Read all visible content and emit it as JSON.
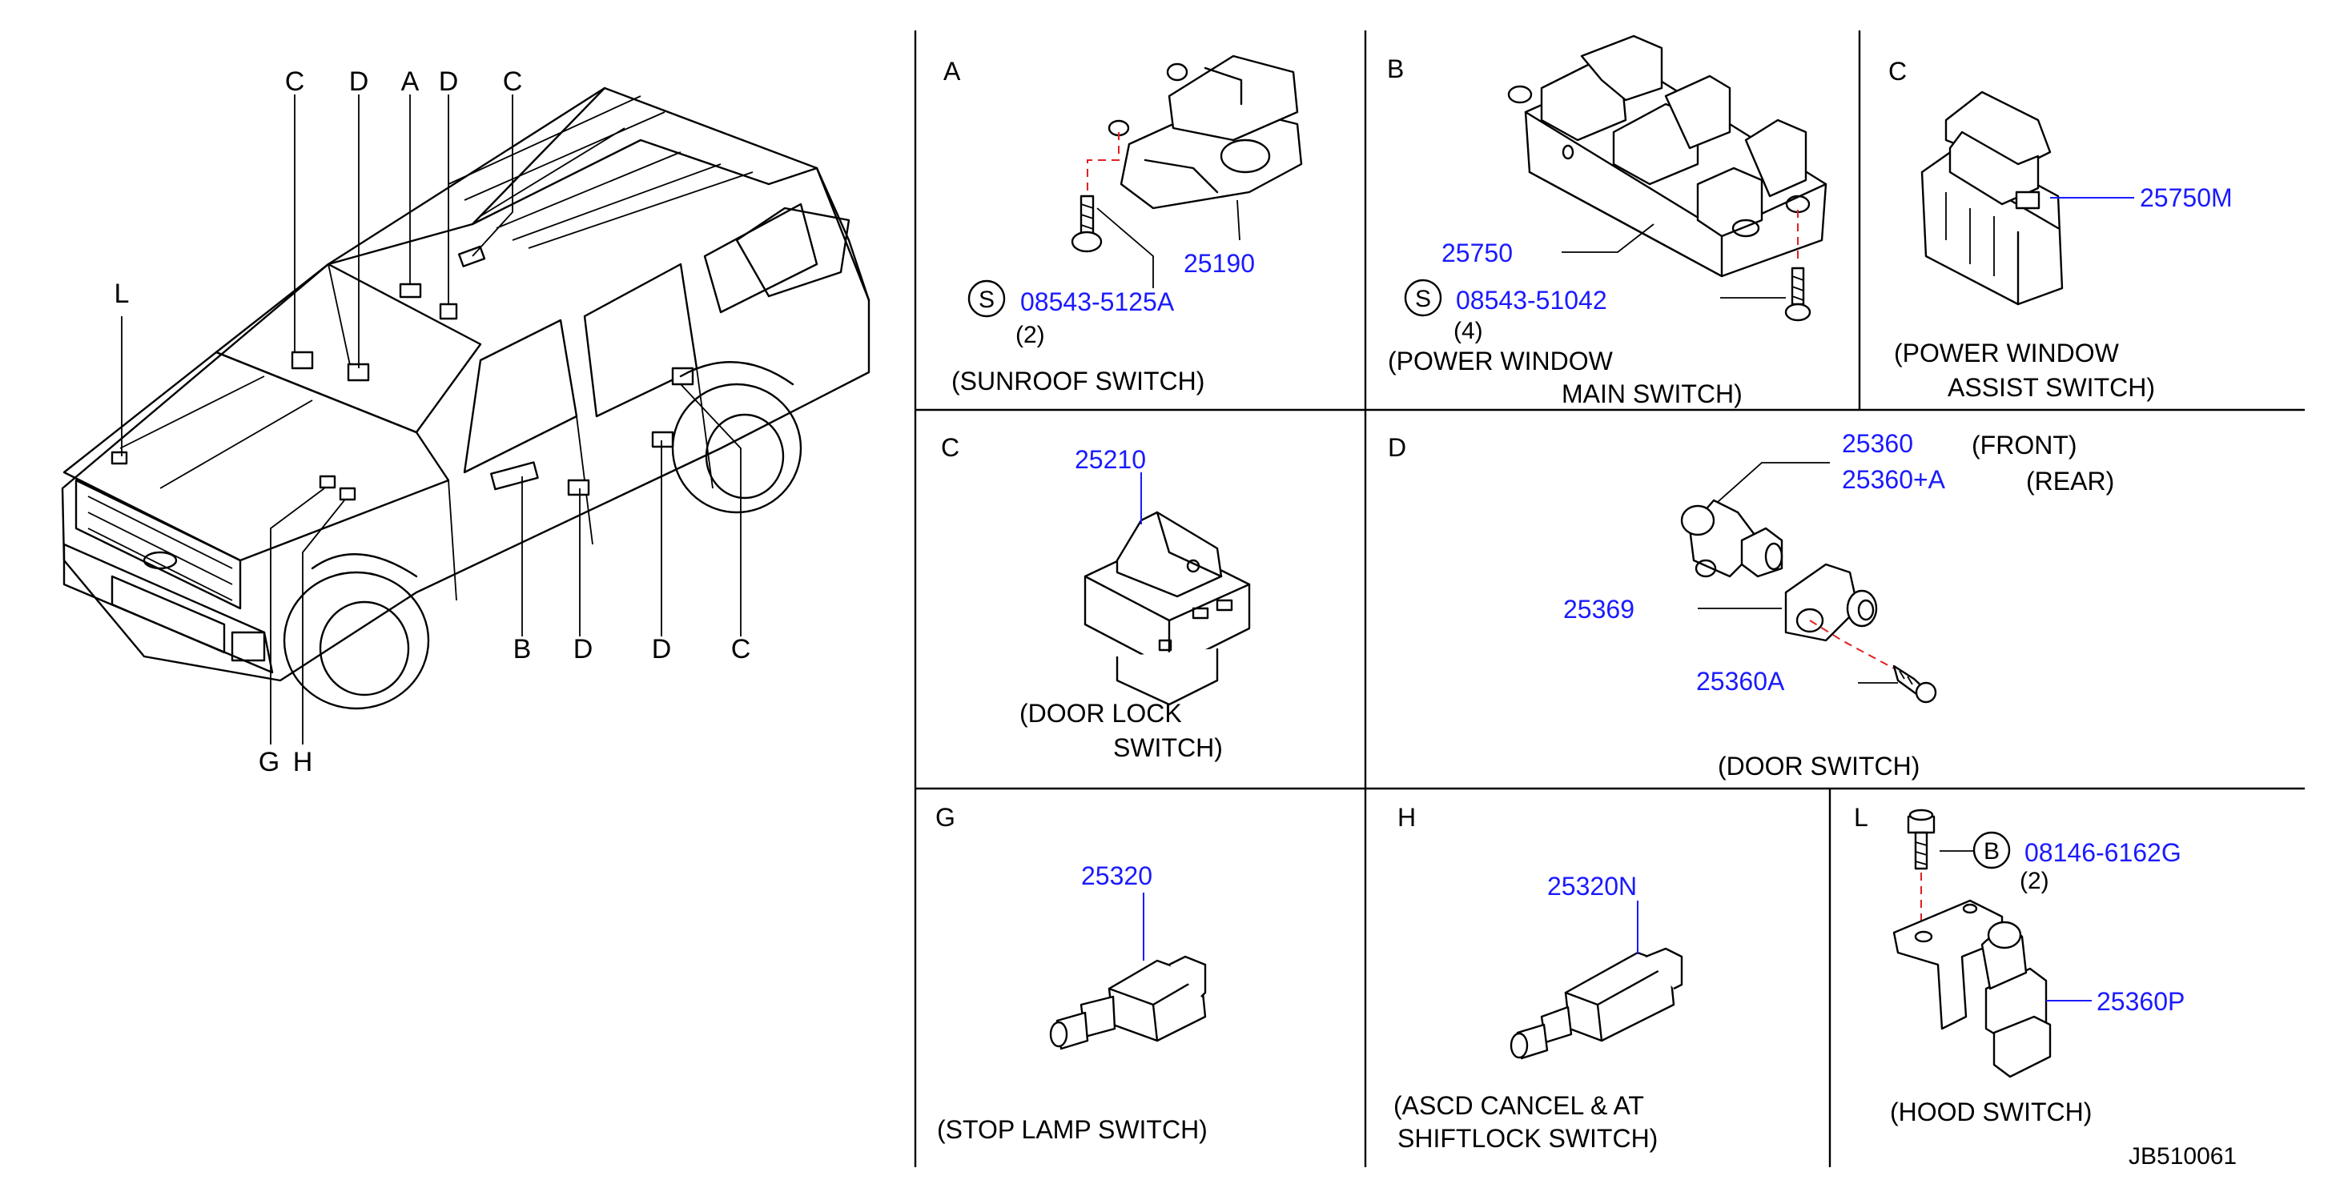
{
  "vehicle": {
    "callouts_top": [
      "C",
      "D",
      "A",
      "D",
      "C"
    ],
    "callout_left": "L",
    "callouts_bottom": [
      "B",
      "D",
      "D",
      "C"
    ],
    "callouts_gh": [
      "G",
      "H"
    ]
  },
  "panels": {
    "A": {
      "letter": "A",
      "screw_symbol": "S",
      "screw_part": "08543-5125A",
      "screw_qty": "(2)",
      "part": "25190",
      "caption": "(SUNROOF  SWITCH)"
    },
    "B": {
      "letter": "B",
      "part": "25750",
      "screw_symbol": "S",
      "screw_part": "08543-51042",
      "screw_qty": "(4)",
      "caption_line1": "(POWER  WINDOW",
      "caption_line2": "MAIN  SWITCH)"
    },
    "C1": {
      "letter": "C",
      "part": "25750M",
      "caption_line1": "(POWER  WINDOW",
      "caption_line2": "ASSIST  SWITCH)"
    },
    "C2": {
      "letter": "C",
      "part": "25210",
      "caption_line1": "(DOOR  LOCK",
      "caption_line2": "SWITCH)"
    },
    "D": {
      "letter": "D",
      "part_front": "25360",
      "front_label": "(FRONT)",
      "part_rear": "25360+A",
      "rear_label": "(REAR)",
      "part_bracket": "25369",
      "part_screw": "25360A",
      "caption": "(DOOR  SWITCH)"
    },
    "G": {
      "letter": "G",
      "part": "25320",
      "caption": "(STOP  LAMP      SWITCH)"
    },
    "H": {
      "letter": "H",
      "part": "25320N",
      "caption_line1": "(ASCD  CANCEL  &  AT",
      "caption_line2": "SHIFTLOCK  SWITCH)"
    },
    "L": {
      "letter": "L",
      "bolt_symbol": "B",
      "bolt_part": "08146-6162G",
      "bolt_qty": "(2)",
      "part": "25360P",
      "caption": "(HOOD  SWITCH)"
    }
  },
  "diagram_code": "JB510061",
  "colors": {
    "part_number": "#1a1aff",
    "line": "#000000",
    "centerline": "#e02020"
  }
}
